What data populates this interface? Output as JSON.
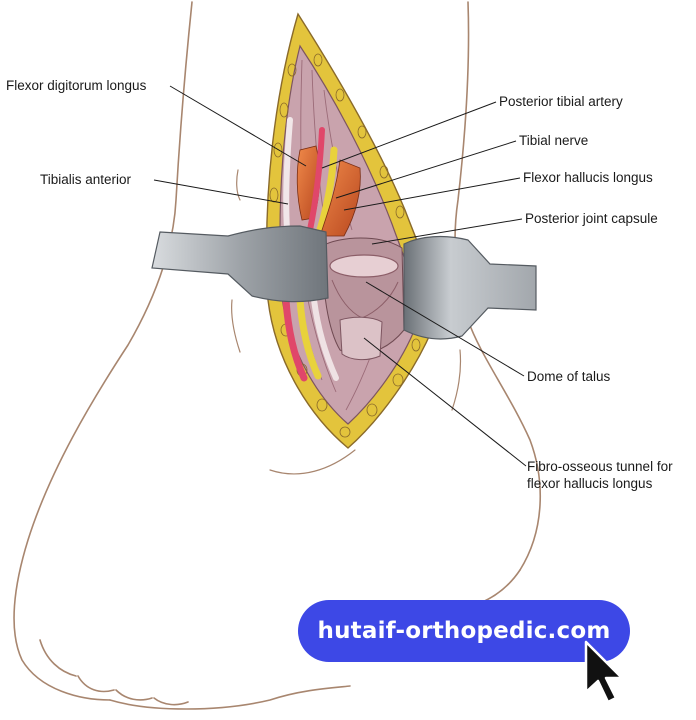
{
  "labels": {
    "fdl": "Flexor digitorum longus",
    "pta": "Posterior tibial artery",
    "tn": "Tibial nerve",
    "ta": "Tibialis anterior",
    "fhl": "Flexor hallucis longus",
    "pjc": "Posterior joint capsule",
    "dome": "Dome of talus",
    "tunnel": "Fibro-osseous tunnel for flexor hallucis longus"
  },
  "badge": {
    "text": "hutaif-orthopedic.com"
  },
  "colors": {
    "badge": "#3d48e6",
    "skin_outline": "#a8866f",
    "fat": "#e3c43c",
    "muscle": "#d9622e",
    "artery": "#e0476a",
    "nerve": "#e8d23c",
    "tissue": "#c9a3ad",
    "retractor": "#a9aeb3"
  },
  "icons": {
    "cursor": "arrow-cursor-icon"
  }
}
